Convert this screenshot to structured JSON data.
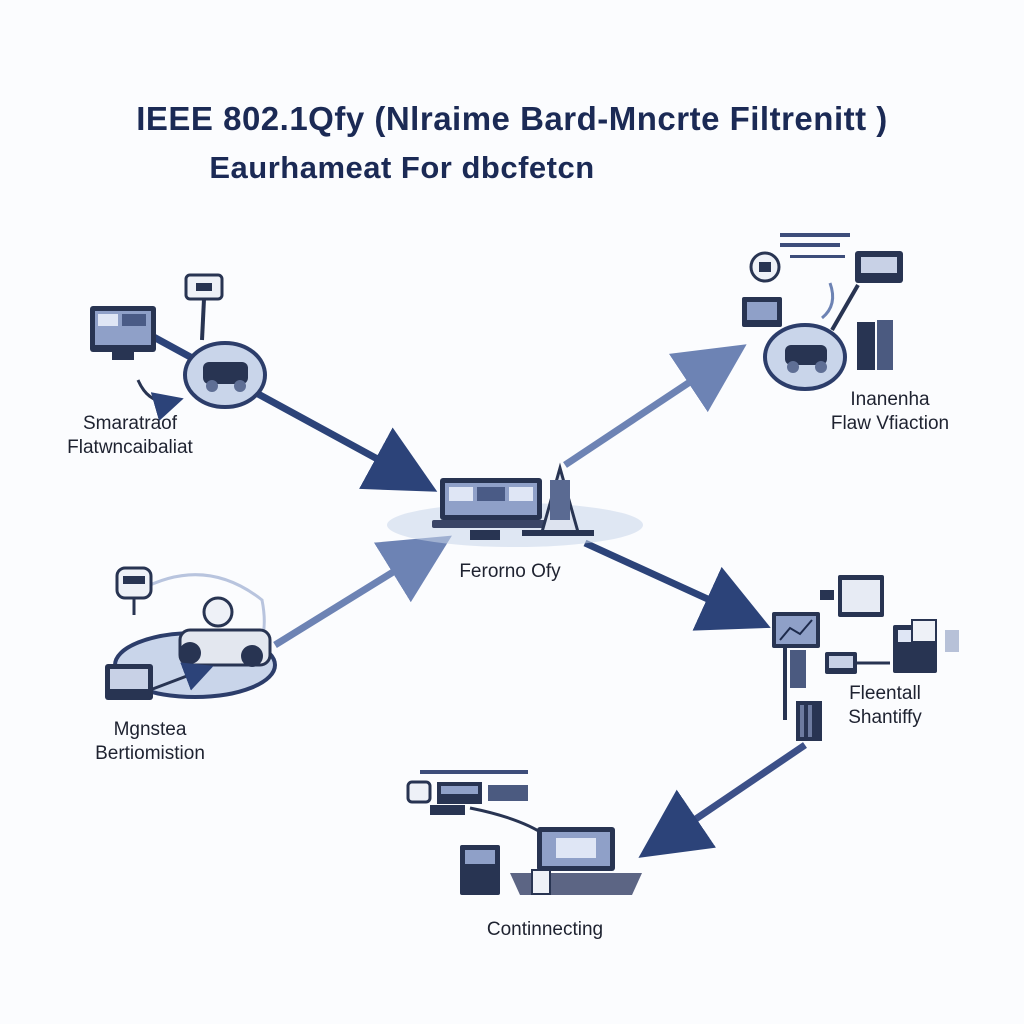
{
  "title": {
    "line1": "IEEE 802.1Qfy (Nlraime Bard-Mncrte Filtrenitt )",
    "line2": "Eaurhameat For dbcfetcn"
  },
  "nodes": {
    "top_left": {
      "line1": "Smaratraof",
      "line2": "Flatwncaibaliat"
    },
    "top_right": {
      "line1": "Inanenha",
      "line2": "Flaw Vfiaction"
    },
    "center": {
      "label": "Ferorno Ofy"
    },
    "mid_left": {
      "line1": "Mgnstea",
      "line2": "Bertiomistion"
    },
    "mid_right": {
      "line1": "Fleentall",
      "line2": "Shantiffy"
    },
    "bottom": {
      "label": "Continnecting"
    }
  },
  "colors": {
    "arrow": "#2c4379",
    "arrow_light": "#6d83b4",
    "ellipse_fill": "#c9d5ea",
    "ellipse_stroke": "#2c3d6a",
    "device_dark": "#283452",
    "screen": "#7f93bf",
    "title": "#1b2a55"
  }
}
